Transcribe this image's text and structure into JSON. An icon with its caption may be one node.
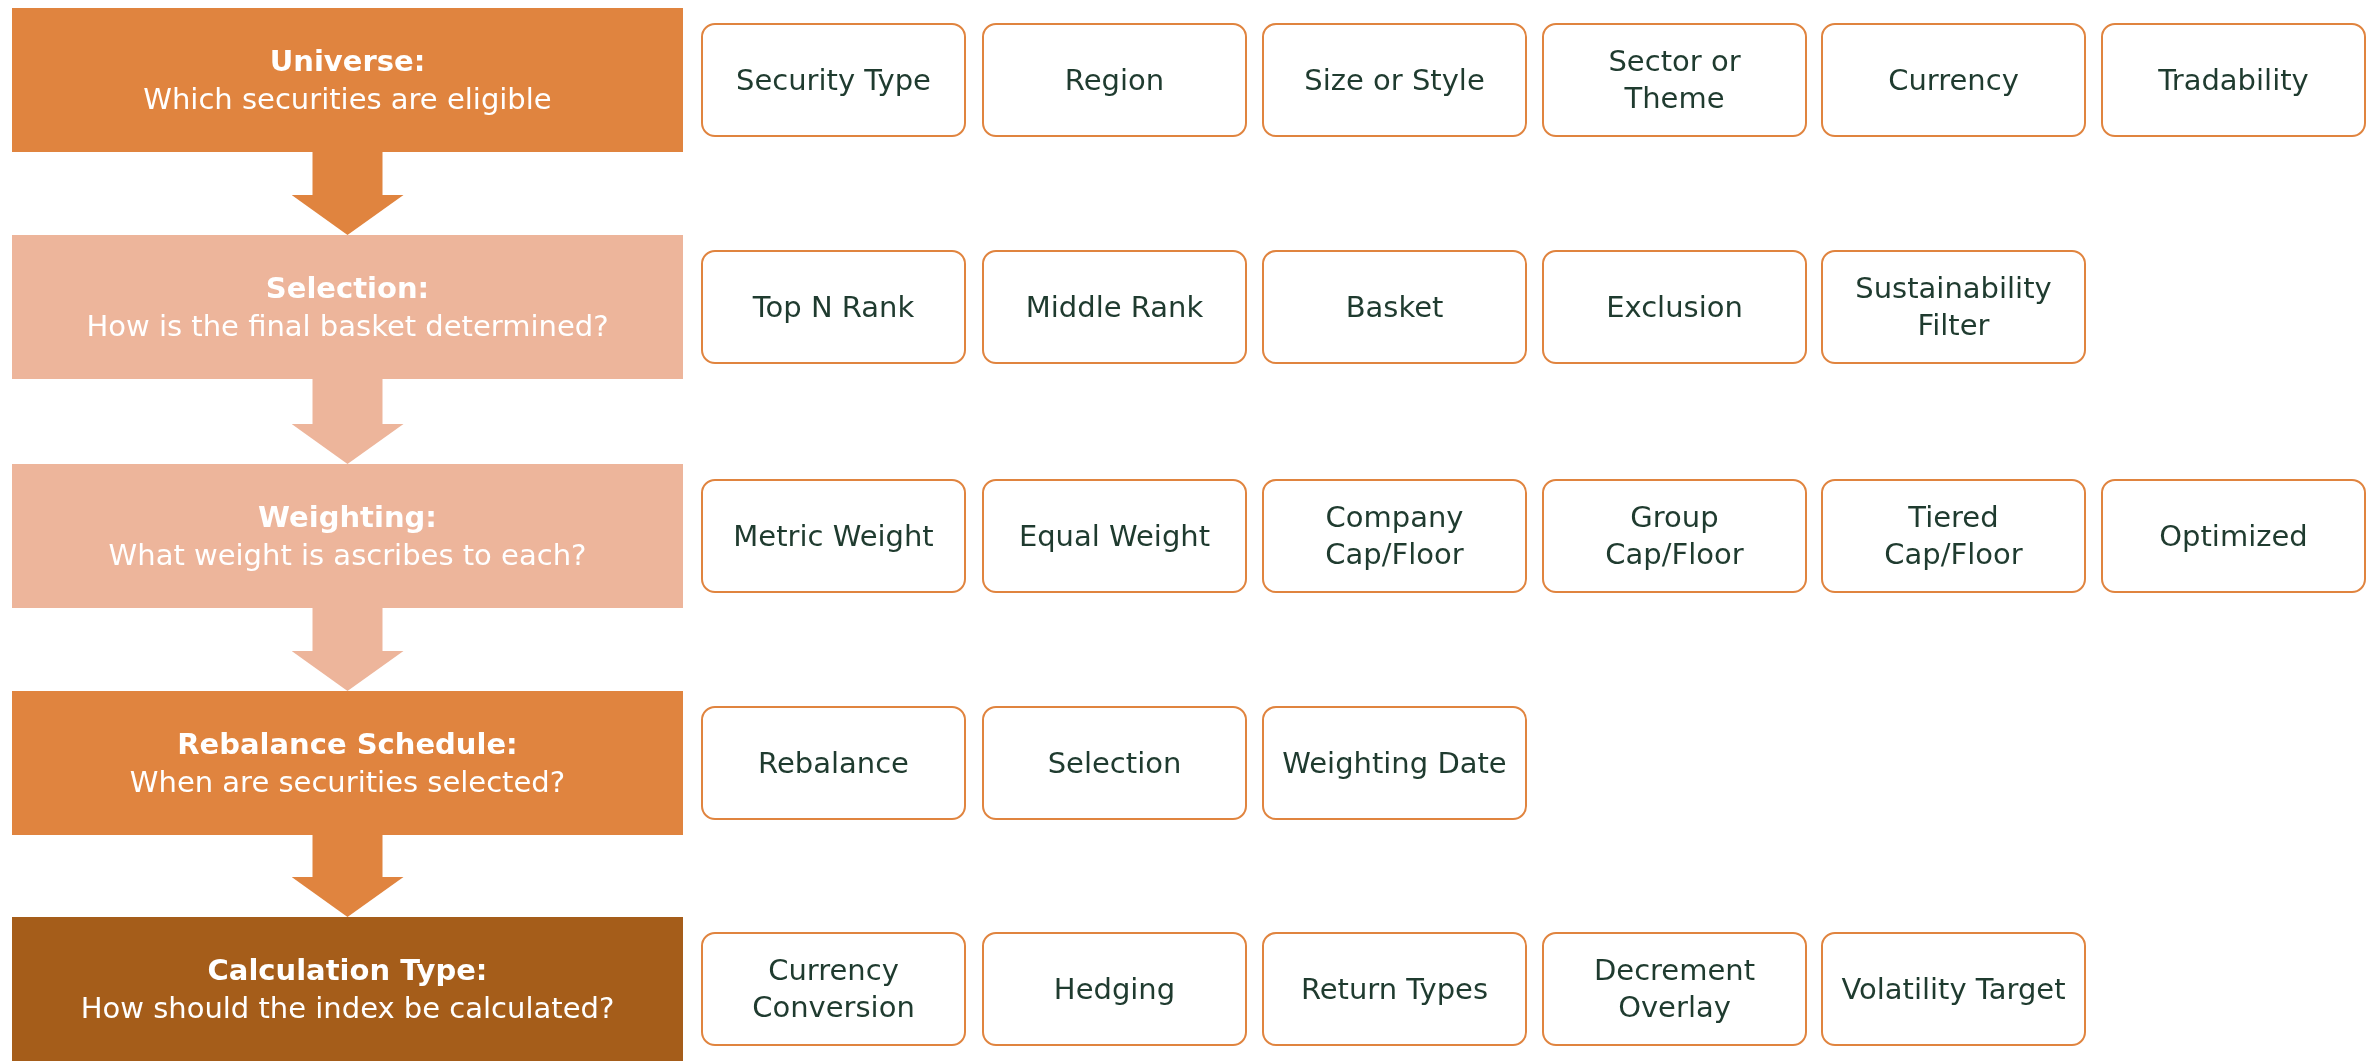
{
  "diagram": {
    "nodes": [
      {
        "text": [
          "Universe:",
          "Which securities are eligible"
        ]
      },
      {
        "text": [
          "Security Type"
        ]
      },
      {
        "text": [
          "Region"
        ]
      },
      {
        "text": [
          "Size or Style"
        ]
      },
      {
        "text": [
          "Sector or Theme"
        ]
      },
      {
        "text": [
          "Currency"
        ]
      },
      {
        "text": [
          "Tradability"
        ]
      },
      {
        "text": [
          "Selection:",
          "How is the final basket determined?"
        ]
      },
      {
        "text": [
          "Top N Rank"
        ]
      },
      {
        "text": [
          "Middle Rank"
        ]
      },
      {
        "text": [
          "Basket"
        ]
      },
      {
        "text": [
          "Exclusion"
        ]
      },
      {
        "text": [
          "Sustainability Filter"
        ]
      },
      {
        "text": [
          "Weighting:",
          "What weight is ascribes to each?"
        ]
      },
      {
        "text": [
          "Metric Weight"
        ]
      },
      {
        "text": [
          "Equal Weight"
        ]
      },
      {
        "text": [
          "Company Cap/Floor"
        ]
      },
      {
        "text": [
          "Group Cap/Floor"
        ]
      },
      {
        "text": [
          "Tiered Cap/Floor"
        ]
      },
      {
        "text": [
          "Optimized"
        ]
      },
      {
        "text": [
          "Rebalance Schedule:",
          "When are securities selected?"
        ]
      },
      {
        "text": [
          "Rebalance"
        ]
      },
      {
        "text": [
          "Selection"
        ]
      },
      {
        "text": [
          "Weighting Date"
        ]
      },
      {
        "text": [
          "Calculation Type:",
          "How should the index be calculated?"
        ]
      },
      {
        "text": [
          "Currency Conversion"
        ]
      },
      {
        "text": [
          "Hedging"
        ]
      },
      {
        "text": [
          "Return Types"
        ]
      },
      {
        "text": [
          "Decrement Overlay"
        ]
      },
      {
        "text": [
          "Volatility Target"
        ]
      }
    ],
    "edges": [
      {
        "from": 0,
        "to": 7,
        "arrow": "to"
      },
      {
        "from": 7,
        "to": 13,
        "arrow": "to",
        "color": "#edb59b"
      },
      {
        "from": 13,
        "to": 20,
        "arrow": "to",
        "color": "#edb59b"
      },
      {
        "from": 20,
        "to": 24,
        "arrow": "to"
      }
    ]
  }
}
